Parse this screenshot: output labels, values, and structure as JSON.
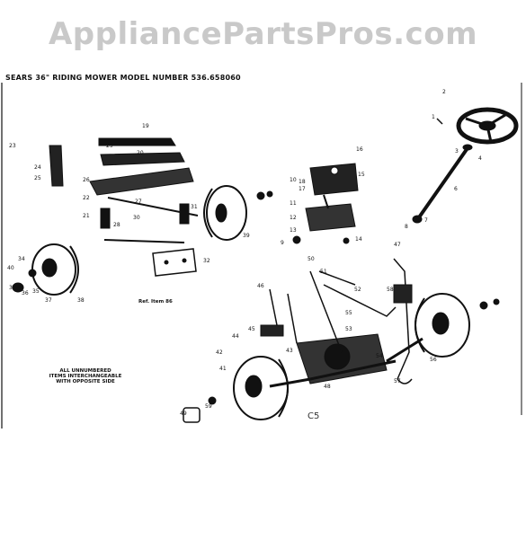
{
  "watermark": "AppliancePartsPros.com",
  "header": "SEARS 36\" RIDING MOWER MODEL NUMBER 536.658060",
  "note_lines": [
    "ALL UNNUMBERED",
    "ITEMS INTERCHANGEABLE",
    "WITH OPPOSITE SIDE"
  ],
  "ref_label": "Ref. Item 86",
  "page_code": "C5",
  "callouts": [
    "2",
    "1",
    "4",
    "3",
    "6",
    "7",
    "8",
    "9",
    "10",
    "11",
    "12",
    "13",
    "14",
    "15",
    "16",
    "17",
    "18",
    "19",
    "20",
    "21",
    "22",
    "23",
    "24",
    "25",
    "26",
    "27",
    "28",
    "29",
    "30",
    "31",
    "32",
    "33",
    "34",
    "35",
    "36",
    "37",
    "38",
    "39",
    "40",
    "41",
    "42",
    "43",
    "44",
    "45",
    "46",
    "47",
    "48",
    "49",
    "50",
    "51",
    "52",
    "53",
    "54",
    "55",
    "56",
    "57",
    "58",
    "59"
  ]
}
